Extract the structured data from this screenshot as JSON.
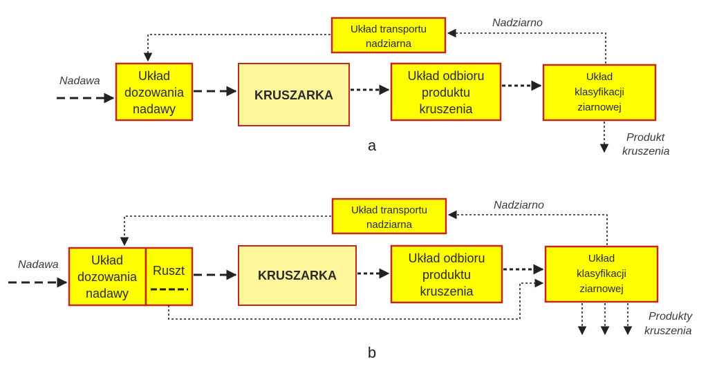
{
  "colors": {
    "box_fill": "#ffff00",
    "box_border": "#c0281c",
    "crusher_fill": "#fff59a",
    "line": "#222222"
  },
  "diagram_a": {
    "panel_label": "a",
    "feed_label": "Nadawa",
    "oversize_label": "Nadziarno",
    "product_label_line1": "Produkt",
    "product_label_line2": "kruszenia",
    "dosing_box": [
      "Układ",
      "dozowania",
      "nadawy"
    ],
    "crusher_box": "KRUSZARKA",
    "receiving_box": [
      "Układ odbioru",
      "produktu",
      "kruszenia"
    ],
    "classifier_box": [
      "Układ",
      "klasyfikacji",
      "ziarnowej"
    ],
    "transport_box": [
      "Układ transportu",
      "nadziarna"
    ]
  },
  "diagram_b": {
    "panel_label": "b",
    "feed_label": "Nadawa",
    "oversize_label": "Nadziarno",
    "product_label_line1": "Produkty",
    "product_label_line2": "kruszenia",
    "dosing_box": [
      "Układ",
      "dozowania",
      "nadawy"
    ],
    "grate_box": "Ruszt",
    "crusher_box": "KRUSZARKA",
    "receiving_box": [
      "Układ odbioru",
      "produktu",
      "kruszenia"
    ],
    "classifier_box": [
      "Układ",
      "klasyfikacji",
      "ziarnowej"
    ],
    "transport_box": [
      "Układ transportu",
      "nadziarna"
    ]
  }
}
